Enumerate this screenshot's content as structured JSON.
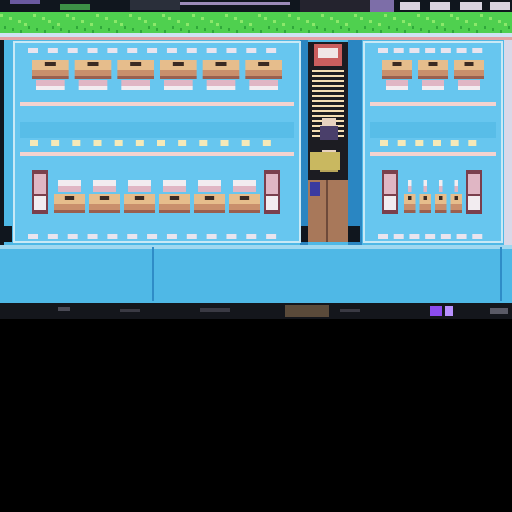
{
  "colors": {
    "background": "#000000",
    "floor": "#4fb8e6",
    "floor_light": "#67c6ef",
    "grass": "#4fd04f",
    "wall_dark": "#10161e",
    "desk_top": "#e6bd8c",
    "desk_front": "#c98f6c",
    "desk_stripe": "#9a5f4f",
    "chair_pink": "#e0b6c4",
    "chair_white": "#f2ecf0",
    "aisle_bg": "#1c1c22",
    "aisle_carpet": "#a8785a",
    "stair": "#f3ddb3",
    "hud_purple": "#8c4cf0"
  },
  "scene": {
    "left_block": {
      "upper_desk_count": 6,
      "lower_desk_count": 6,
      "side_chairs": true
    },
    "right_block": {
      "upper_desk_count": 3,
      "lower_desk_count": 4,
      "side_chairs": true
    },
    "center_aisle": {
      "has_stairs": true,
      "figure_count": 3
    }
  }
}
